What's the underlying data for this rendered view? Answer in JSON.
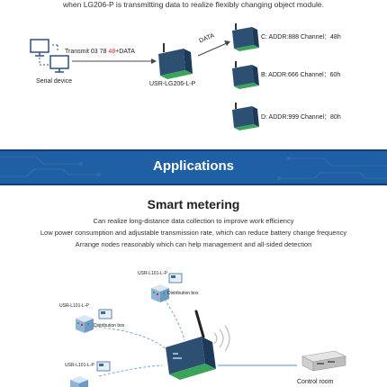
{
  "top": {
    "caption": "when LG206-P is transmitting data to realize flexibly changing object module.",
    "serial_device_label": "Serial device",
    "transmit_prefix": "Transmit 03  78  ",
    "transmit_highlight": "48",
    "transmit_suffix": "+DATA",
    "gateway_label": "USR-LG206-L-P",
    "data_label": "DATA",
    "nodes": [
      {
        "text": "C:  ADDR:888  Channel：48h"
      },
      {
        "text": "B:  ADDR:666  Channel：60h"
      },
      {
        "text": "D:  ADDR:999  Channel：80h"
      }
    ]
  },
  "banner": {
    "title": "Applications"
  },
  "application": {
    "title": "Smart metering",
    "lines": [
      "Can realize long-distance data collection to improve work efficiency",
      "Low power consumption and adjustable transmission rate, which can reduce battery change frequency",
      "Arrange nodes reasonably which can help management and all-sided detection"
    ]
  },
  "bottom": {
    "node_labels": [
      "USR-L101-L-P",
      "USR-L101-L-P",
      "USR-L101-L-P"
    ],
    "box_labels": [
      "Distribution box",
      "Distribution box"
    ],
    "control_room_label": "Control room"
  },
  "colors": {
    "banner": "#1f5fa3",
    "device_body": "#2d4f72",
    "device_green": "#3aa55a",
    "highlight_red": "#d8232a",
    "link_blue": "#4a90d9"
  }
}
